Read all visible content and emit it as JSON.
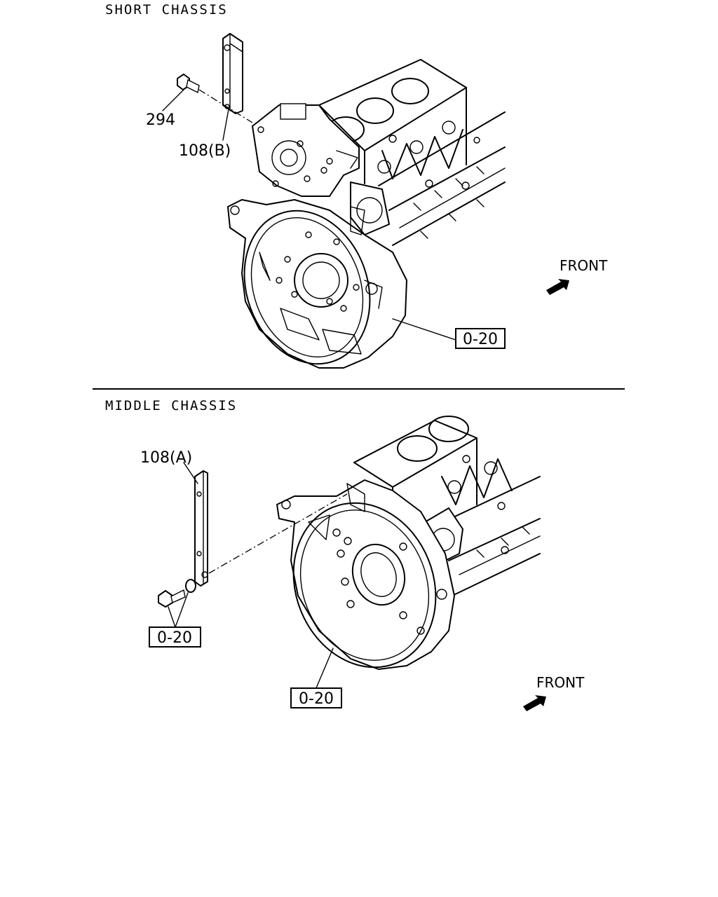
{
  "sections": {
    "short": {
      "title": "SHORT CHASSIS",
      "labels": {
        "bolt": "294",
        "bracket": "108(B)",
        "housing_ref": "0-20",
        "front": "FRONT"
      }
    },
    "middle": {
      "title": "MIDDLE CHASSIS",
      "labels": {
        "bracket": "108(A)",
        "bolt_ref": "0-20",
        "housing_ref": "0-20",
        "front": "FRONT"
      }
    }
  }
}
